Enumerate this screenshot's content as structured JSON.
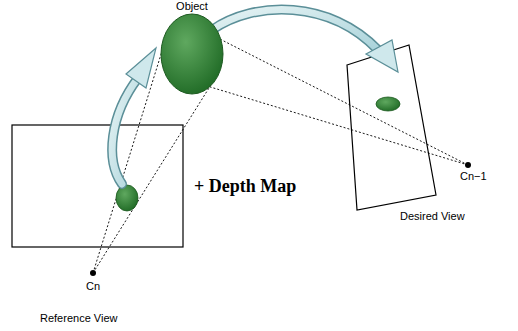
{
  "diagram": {
    "nodes": [
      {
        "text": [
          "Object"
        ]
      }
    ],
    "labels": [
      "+ Depth Map",
      "Cn",
      "Reference View",
      "Cn−1",
      "Desired View"
    ]
  }
}
